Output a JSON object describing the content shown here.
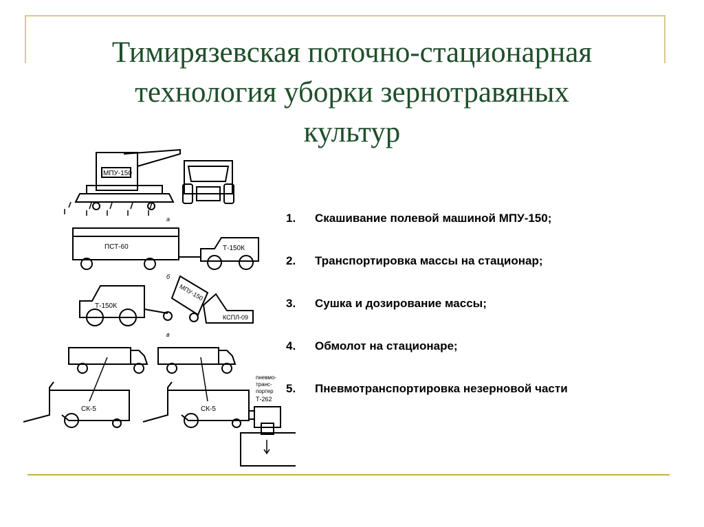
{
  "title": {
    "lines": [
      "Тимирязевская поточно-стационарная",
      "технология уборки зернотравяных",
      "культур"
    ]
  },
  "steps": [
    {
      "num": "1.",
      "text": "Скашивание полевой машиной МПУ-150;"
    },
    {
      "num": "2.",
      "text": "Транспортировка массы на стационар;"
    },
    {
      "num": "3.",
      "text": "Сушка и дозирование массы;"
    },
    {
      "num": "4.",
      "text": "Обмолот на стационаре;"
    },
    {
      "num": "5.",
      "text": "Пневмотранспортировка незерновой части"
    }
  ],
  "diagram": {
    "labels": {
      "mpu_harvester": "МПУ-150",
      "section_a": "а",
      "trailer": "ПСТ-60",
      "tractor_1": "Т-150К",
      "section_b": "б",
      "tractor_2": "Т-150К",
      "mpu_dump": "МПУ-150",
      "feeder": "КСПЛ-09",
      "section_v": "в",
      "combine_1": "СК-5",
      "combine_2": "СК-5",
      "pneumo_1": "пневмо-",
      "pneumo_2": "транс-",
      "pneumo_3": "портер",
      "pneumo_4": "Т-262"
    }
  }
}
